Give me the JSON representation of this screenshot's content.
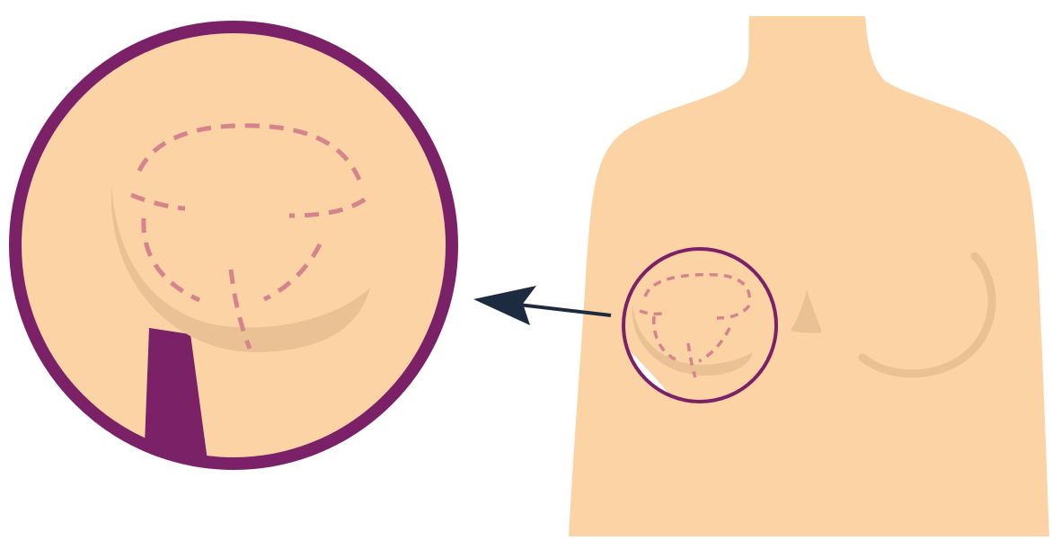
{
  "illustration": {
    "colors": {
      "background": "#ffffff",
      "skin": "#fcd3a5",
      "shadow": "#e9c195",
      "incision_line": "#d5838d",
      "magnifier_ring": "#7b2167",
      "arrow": "#1e2a40"
    },
    "elements": {
      "torso": "female-torso",
      "magnifier_small": "breast-highlight-circle",
      "magnifier_large": "zoomed-detail-circle",
      "pointer": "left-arrow",
      "markings": "dashed-incision-pattern"
    }
  }
}
